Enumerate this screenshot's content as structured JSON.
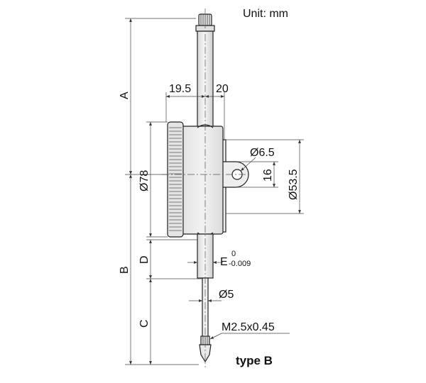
{
  "unit_label": "Unit: mm",
  "type_label": "type B",
  "dimensions": {
    "a": "A",
    "b": "B",
    "c": "C",
    "d": "D",
    "back_offset": "19.5",
    "front_offset": "20",
    "lug_hole": "Ø6.5",
    "lug_height": "16",
    "back_diameter": "Ø53.5",
    "dial_diameter": "Ø78",
    "stem_letter": "E",
    "stem_tol_upper": "0",
    "stem_tol_lower": "-0.009",
    "spindle_diameter": "Ø5",
    "thread": "M2.5x0.45"
  },
  "colors": {
    "body_fill": "#ececec",
    "outline": "#222222"
  }
}
